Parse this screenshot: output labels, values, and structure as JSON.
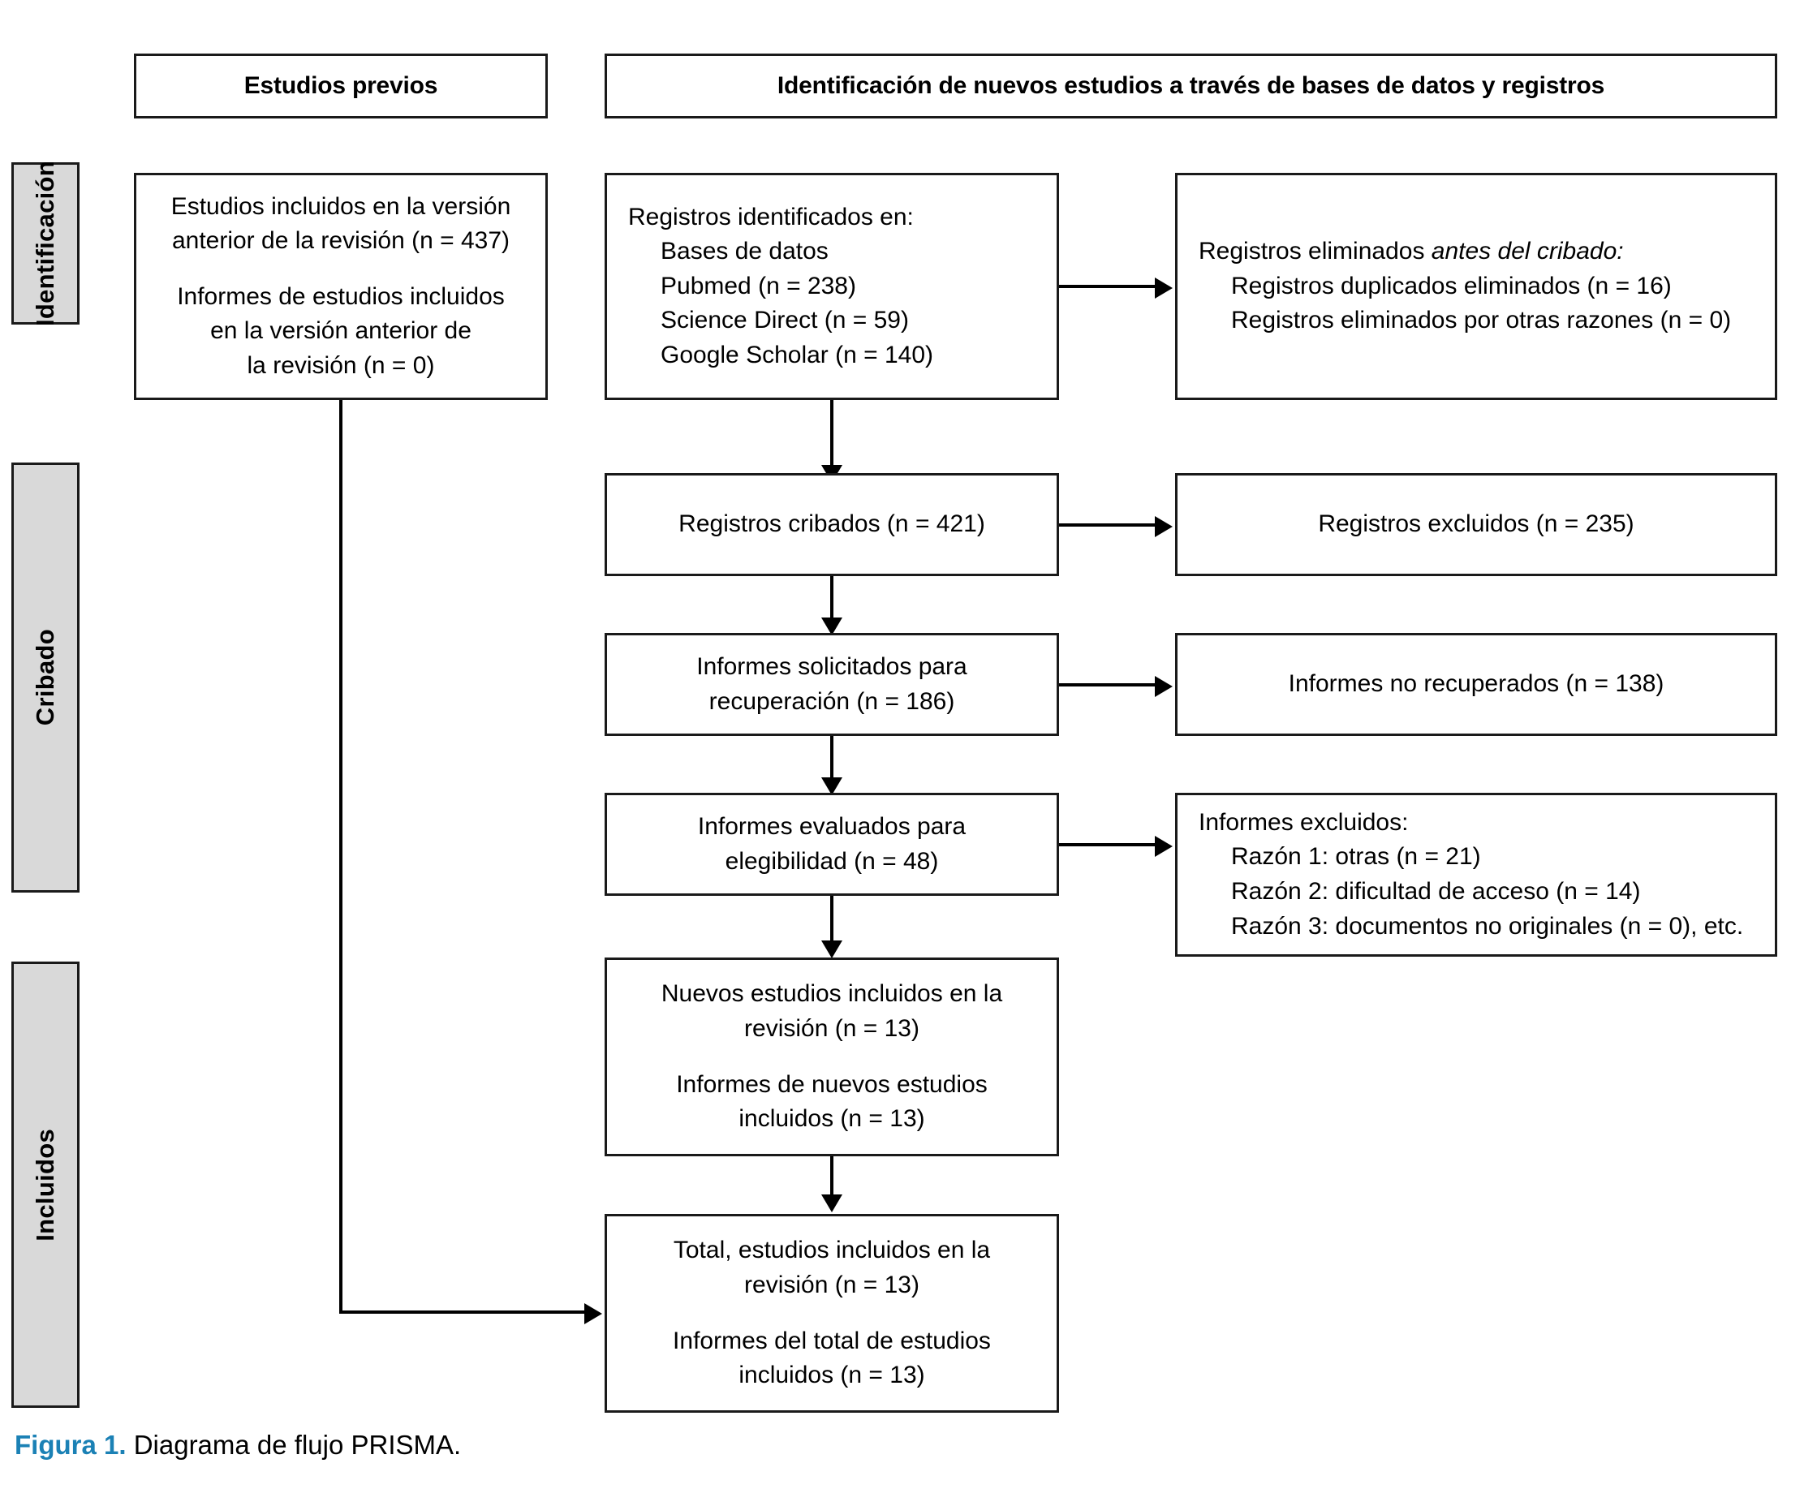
{
  "figure": {
    "label": "Figura 1.",
    "caption": "Diagrama de flujo PRISMA.",
    "label_color": "#1b81b5"
  },
  "stages": [
    {
      "name": "identificacion",
      "label": "Identificación"
    },
    {
      "name": "cribado",
      "label": "Cribado"
    },
    {
      "name": "incluidos",
      "label": "Incluidos"
    }
  ],
  "headers": {
    "previous": "Estudios previos",
    "new": "Identificación de nuevos estudios a través de bases de datos y registros"
  },
  "previous_studies_box": {
    "line1": "Estudios incluidos en la versión",
    "line2": "anterior de la revisión (n = 437)",
    "line3": "Informes de estudios incluidos",
    "line4": "en la versión anterior de",
    "line5": "la revisión (n = 0)"
  },
  "identified_box": {
    "title": "Registros identificados en:",
    "items": [
      "Bases de datos",
      "Pubmed (n = 238)",
      "Science Direct (n = 59)",
      "Google Scholar (n = 140)"
    ]
  },
  "removed_box": {
    "title_plain": "Registros eliminados ",
    "title_italic": "antes del cribado:",
    "items": [
      "Registros duplicados eliminados (n = 16)",
      "Registros eliminados por otras razones (n = 0)"
    ]
  },
  "screened_box": {
    "text": "Registros cribados (n = 421)"
  },
  "excluded_records_box": {
    "text": "Registros excluidos (n = 235)"
  },
  "sought_box": {
    "line1": "Informes solicitados para",
    "line2": "recuperación (n = 186)"
  },
  "not_retrieved_box": {
    "text": "Informes no recuperados (n = 138)"
  },
  "assessed_box": {
    "line1": "Informes evaluados para",
    "line2": "elegibilidad (n = 48)"
  },
  "excluded_reports_box": {
    "title": "Informes excluidos:",
    "items": [
      "Razón 1: otras (n = 21)",
      "Razón 2: dificultad de acceso (n = 14)",
      "Razón 3: documentos no originales (n = 0), etc."
    ]
  },
  "new_included_box": {
    "line1": "Nuevos estudios incluidos en la",
    "line2": "revisión (n = 13)",
    "line3": "Informes de nuevos estudios",
    "line4": "incluidos (n = 13)"
  },
  "total_included_box": {
    "line1": "Total, estudios incluidos en la",
    "line2": "revisión (n = 13)",
    "line3": "Informes del total de estudios",
    "line4": "incluidos (n = 13)"
  },
  "chart_data": {
    "type": "diagram",
    "title": "Diagrama de flujo PRISMA",
    "nodes": [
      {
        "id": "previous_included",
        "stage": "Identificación",
        "column": "previous",
        "n_studies": 437,
        "n_reports": 0
      },
      {
        "id": "identified",
        "stage": "Identificación",
        "column": "new",
        "sources": {
          "Pubmed": 238,
          "Science Direct": 59,
          "Google Scholar": 140
        }
      },
      {
        "id": "removed_before_screening",
        "stage": "Identificación",
        "column": "excluded",
        "duplicates": 16,
        "other_reasons": 0
      },
      {
        "id": "screened",
        "stage": "Cribado",
        "column": "new",
        "n": 421
      },
      {
        "id": "records_excluded",
        "stage": "Cribado",
        "column": "excluded",
        "n": 235
      },
      {
        "id": "reports_sought",
        "stage": "Cribado",
        "column": "new",
        "n": 186
      },
      {
        "id": "reports_not_retrieved",
        "stage": "Cribado",
        "column": "excluded",
        "n": 138
      },
      {
        "id": "reports_assessed",
        "stage": "Cribado",
        "column": "new",
        "n": 48
      },
      {
        "id": "reports_excluded",
        "stage": "Cribado",
        "column": "excluded",
        "reasons": {
          "Razón 1: otras": 21,
          "Razón 2: dificultad de acceso": 14,
          "Razón 3: documentos no originales": 0
        }
      },
      {
        "id": "new_included",
        "stage": "Incluidos",
        "column": "new",
        "n_studies": 13,
        "n_reports": 13
      },
      {
        "id": "total_included",
        "stage": "Incluidos",
        "column": "new",
        "n_studies": 13,
        "n_reports": 13
      }
    ]
  }
}
